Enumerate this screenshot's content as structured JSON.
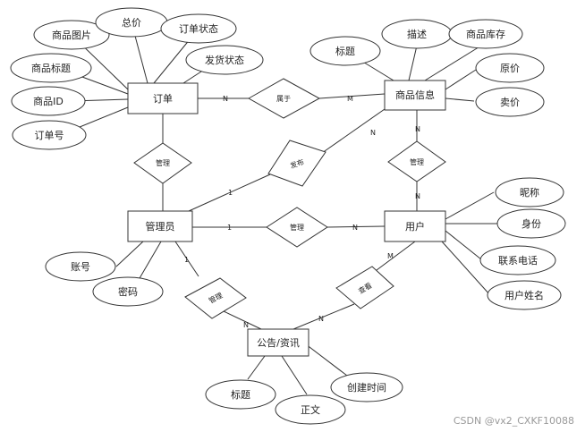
{
  "entities": {
    "order": "订单",
    "product": "商品信息",
    "admin": "管理员",
    "user": "用户",
    "notice": "公告/资讯"
  },
  "relations": {
    "belongs": "属于",
    "admin_order": "管理",
    "publish": "发布",
    "admin_product": "管理",
    "admin_user": "管理",
    "admin_notice": "管理",
    "view": "查看"
  },
  "attributes": {
    "order": [
      "商品图片",
      "总价",
      "订单状态",
      "商品标题",
      "发货状态",
      "商品ID",
      "订单号"
    ],
    "product": [
      "标题",
      "描述",
      "商品库存",
      "原价",
      "卖价"
    ],
    "user": [
      "昵称",
      "身份",
      "联系电话",
      "用户姓名"
    ],
    "admin": [
      "账号",
      "密码"
    ],
    "notice": [
      "标题",
      "正文",
      "创建时间"
    ]
  },
  "cardinality": {
    "order_belongs": "N",
    "product_belongs": "M",
    "publish_product": "N",
    "admin_publish": "1",
    "product_admin": "N",
    "user_admin": "N",
    "admin_manage_user": "1",
    "user_manage_side": "N",
    "admin_notice": "1",
    "notice_admin_side": "N",
    "user_view": "M",
    "notice_view_side": "N"
  },
  "watermark": "CSDN @vx2_CXKF10088"
}
